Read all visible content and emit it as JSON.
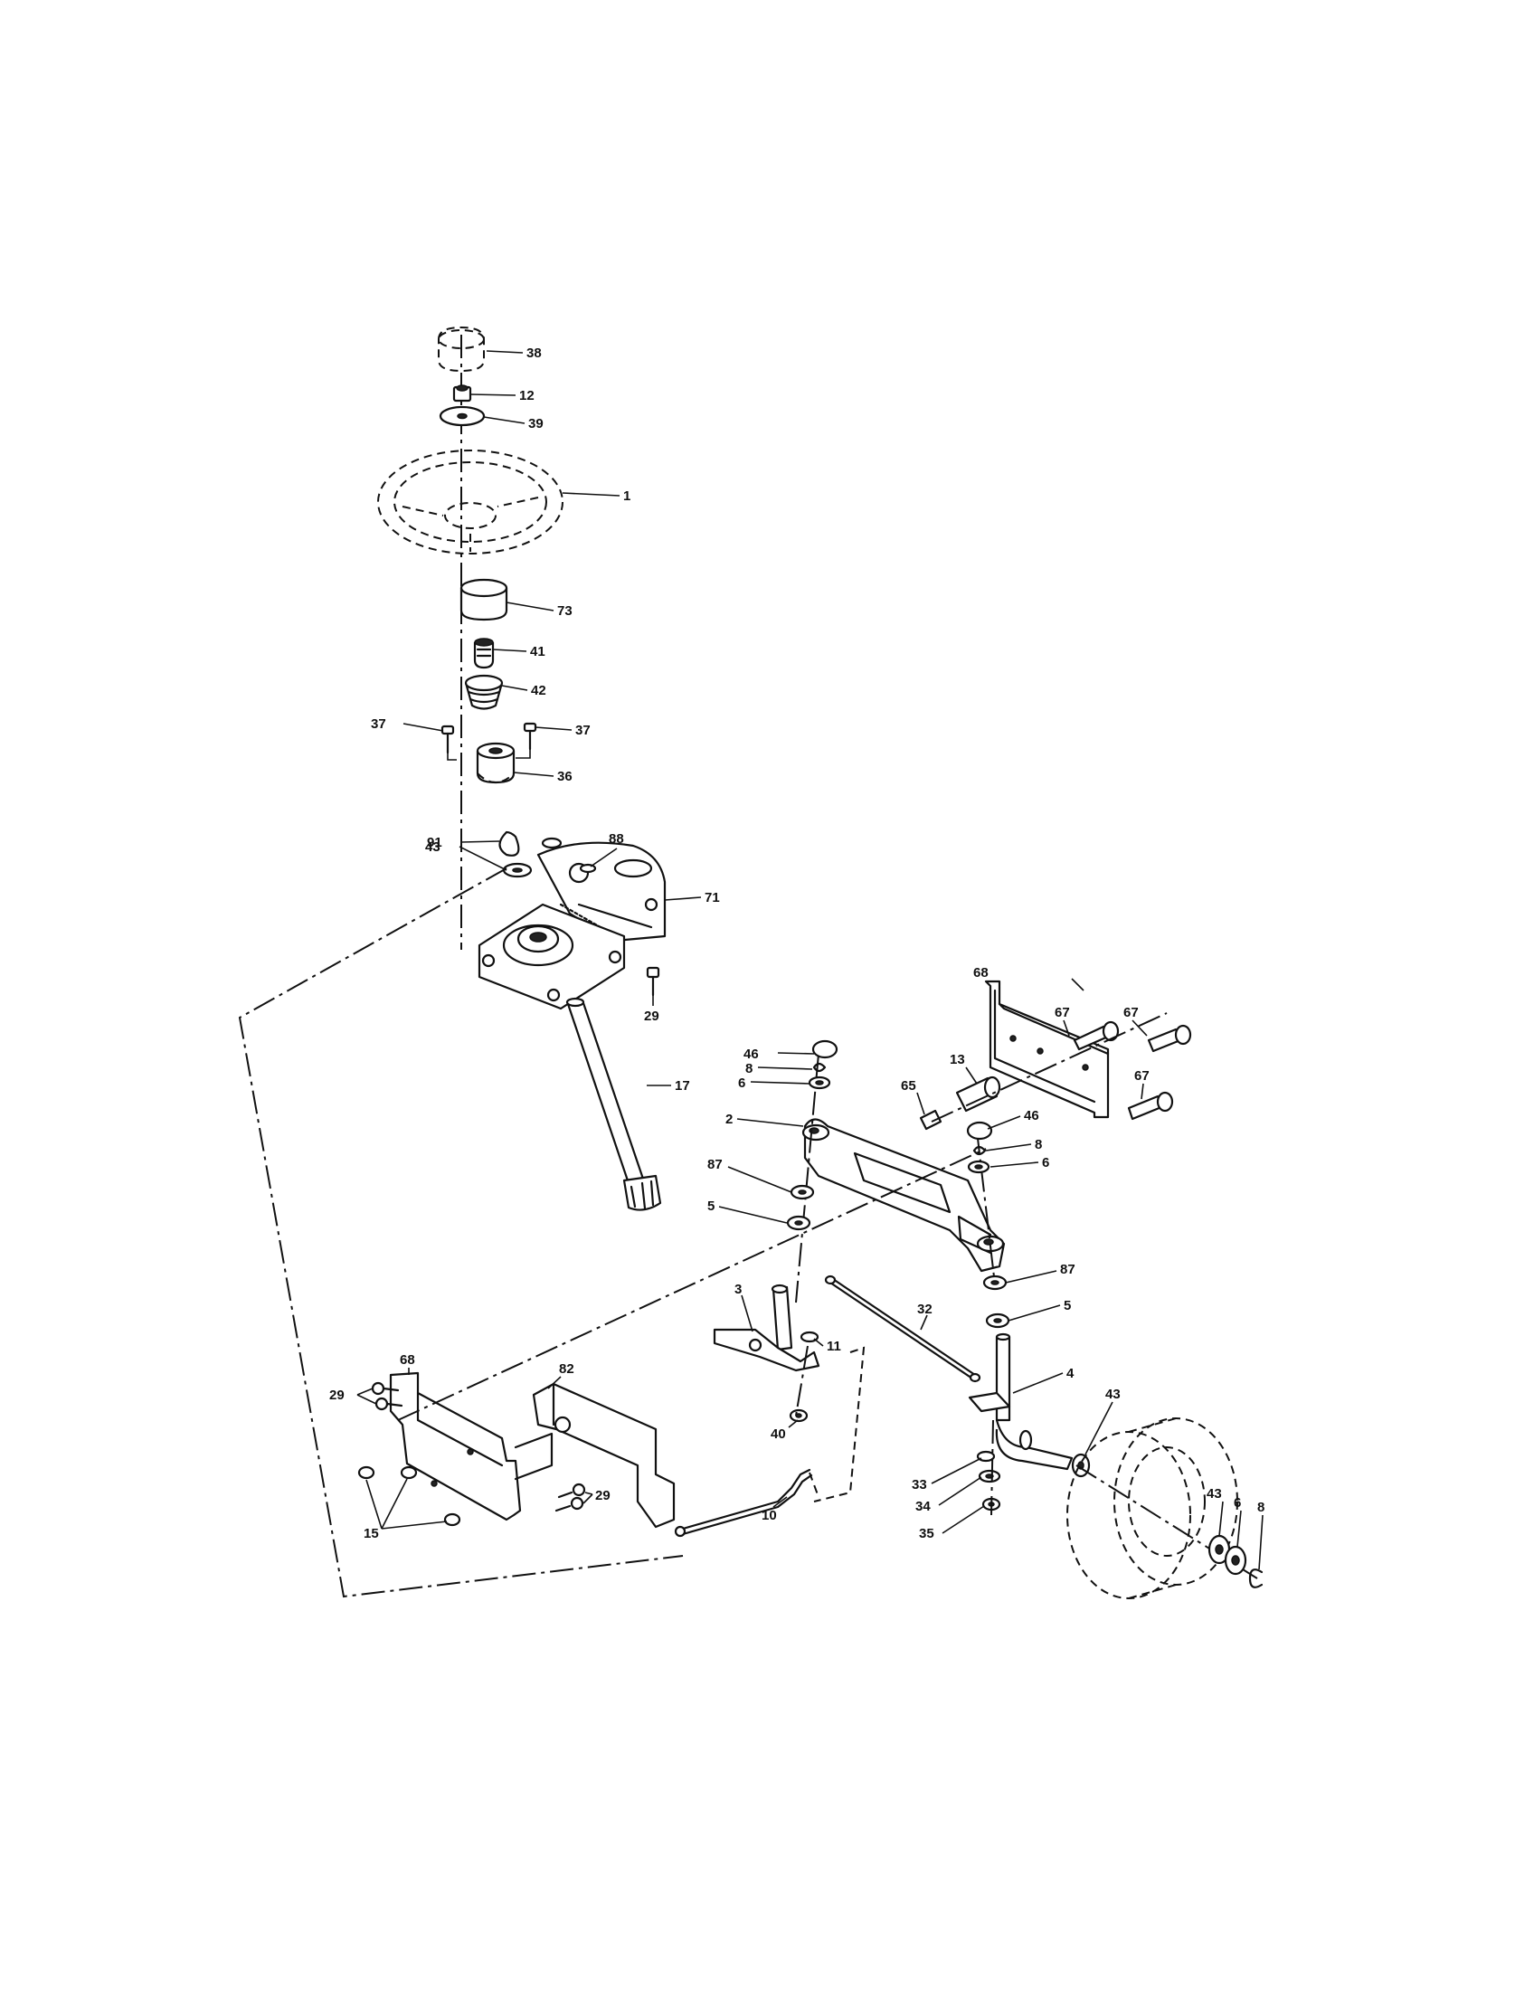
{
  "callouts": [
    {
      "id": "c38",
      "text": "38"
    },
    {
      "id": "c12",
      "text": "12"
    },
    {
      "id": "c39",
      "text": "39"
    },
    {
      "id": "c1",
      "text": "1"
    },
    {
      "id": "c73",
      "text": "73"
    },
    {
      "id": "c41",
      "text": "41"
    },
    {
      "id": "c42",
      "text": "42"
    },
    {
      "id": "c37a",
      "text": "37"
    },
    {
      "id": "c37b",
      "text": "37"
    },
    {
      "id": "c36",
      "text": "36"
    },
    {
      "id": "c91",
      "text": "91"
    },
    {
      "id": "c88",
      "text": "88"
    },
    {
      "id": "c43a",
      "text": "43"
    },
    {
      "id": "c71",
      "text": "71"
    },
    {
      "id": "c29a",
      "text": "29"
    },
    {
      "id": "c17",
      "text": "17"
    },
    {
      "id": "c68a",
      "text": "68"
    },
    {
      "id": "c67a",
      "text": "67"
    },
    {
      "id": "c67b",
      "text": "67"
    },
    {
      "id": "c67c",
      "text": "67"
    },
    {
      "id": "c46a",
      "text": "46"
    },
    {
      "id": "c8a",
      "text": "8"
    },
    {
      "id": "c6a",
      "text": "6"
    },
    {
      "id": "c13",
      "text": "13"
    },
    {
      "id": "c65",
      "text": "65"
    },
    {
      "id": "c2",
      "text": "2"
    },
    {
      "id": "c46b",
      "text": "46"
    },
    {
      "id": "c8b",
      "text": "8"
    },
    {
      "id": "c6b",
      "text": "6"
    },
    {
      "id": "c87a",
      "text": "87"
    },
    {
      "id": "c5a",
      "text": "5"
    },
    {
      "id": "c87b",
      "text": "87"
    },
    {
      "id": "c5b",
      "text": "5"
    },
    {
      "id": "c3",
      "text": "3"
    },
    {
      "id": "c32",
      "text": "32"
    },
    {
      "id": "c11",
      "text": "11"
    },
    {
      "id": "c4",
      "text": "4"
    },
    {
      "id": "c43b",
      "text": "43"
    },
    {
      "id": "c68b",
      "text": "68"
    },
    {
      "id": "c29b",
      "text": "29"
    },
    {
      "id": "c82",
      "text": "82"
    },
    {
      "id": "c40",
      "text": "40"
    },
    {
      "id": "c33",
      "text": "33"
    },
    {
      "id": "c34",
      "text": "34"
    },
    {
      "id": "c35",
      "text": "35"
    },
    {
      "id": "c10",
      "text": "10"
    },
    {
      "id": "c29c",
      "text": "29"
    },
    {
      "id": "c15",
      "text": "15"
    },
    {
      "id": "c43c",
      "text": "43"
    },
    {
      "id": "c6c",
      "text": "6"
    },
    {
      "id": "c8c",
      "text": "8"
    }
  ]
}
